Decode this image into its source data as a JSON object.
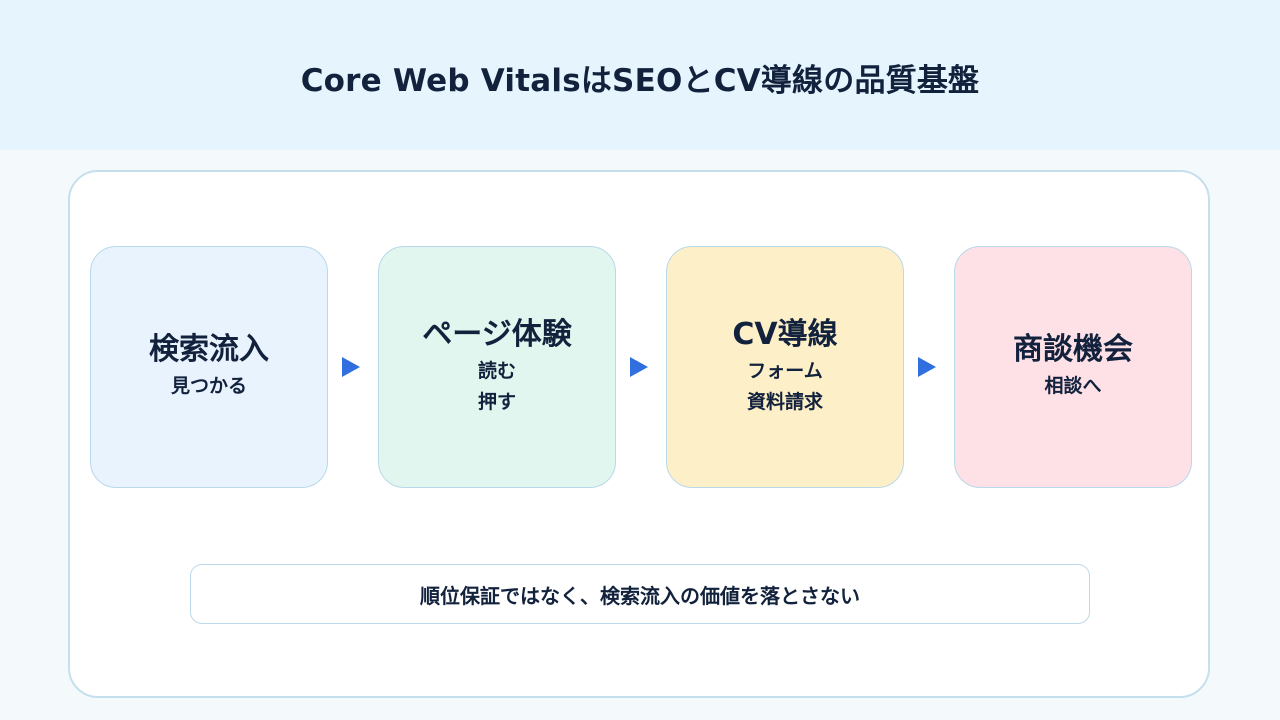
{
  "title": "Core Web VitalsはSEOとCV導線の品質基盤",
  "steps": [
    {
      "title": "検索流入",
      "lines": [
        "見つかる"
      ],
      "color": "#e8f3fd"
    },
    {
      "title": "ページ体験",
      "lines": [
        "読む",
        "押す"
      ],
      "color": "#e0f6ee"
    },
    {
      "title": "CV導線",
      "lines": [
        "フォーム",
        "資料請求"
      ],
      "color": "#fdf0c9"
    },
    {
      "title": "商談機会",
      "lines": [
        "相談へ"
      ],
      "color": "#fde1e6"
    }
  ],
  "arrow_color": "#2f6fe0",
  "note": "順位保証ではなく、検索流入の価値を落とさない"
}
